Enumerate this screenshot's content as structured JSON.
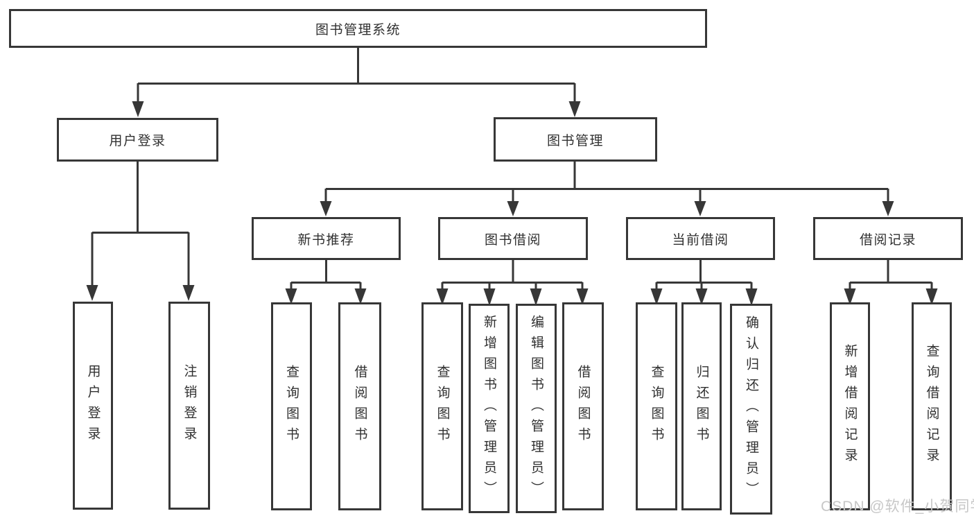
{
  "colors": {
    "background": "#ffffff",
    "box_border": "#373737",
    "connector_line": "#373737",
    "text": "#303030",
    "watermark_text": "#c7c7c7"
  },
  "diagram": {
    "root": {
      "label": "图书管理系统"
    },
    "branches": [
      {
        "label": "用户登录",
        "children": [
          {
            "label": "用户登录"
          },
          {
            "label": "注销登录"
          }
        ]
      },
      {
        "label": "图书管理",
        "sections": [
          {
            "label": "新书推荐",
            "children": [
              {
                "label": "查询图书"
              },
              {
                "label": "借阅图书"
              }
            ]
          },
          {
            "label": "图书借阅",
            "children": [
              {
                "label": "查询图书"
              },
              {
                "label": "新增图书（管理员）"
              },
              {
                "label": "编辑图书（管理员）"
              },
              {
                "label": "借阅图书"
              }
            ]
          },
          {
            "label": "当前借阅",
            "children": [
              {
                "label": "查询图书"
              },
              {
                "label": "归还图书"
              },
              {
                "label": "确认归还（管理员）"
              }
            ]
          },
          {
            "label": "借阅记录",
            "children": [
              {
                "label": "新增借阅记录"
              },
              {
                "label": "查询借阅记录"
              }
            ]
          }
        ]
      }
    ]
  },
  "watermark": {
    "text": "CSDN @软件_小贺同学"
  }
}
